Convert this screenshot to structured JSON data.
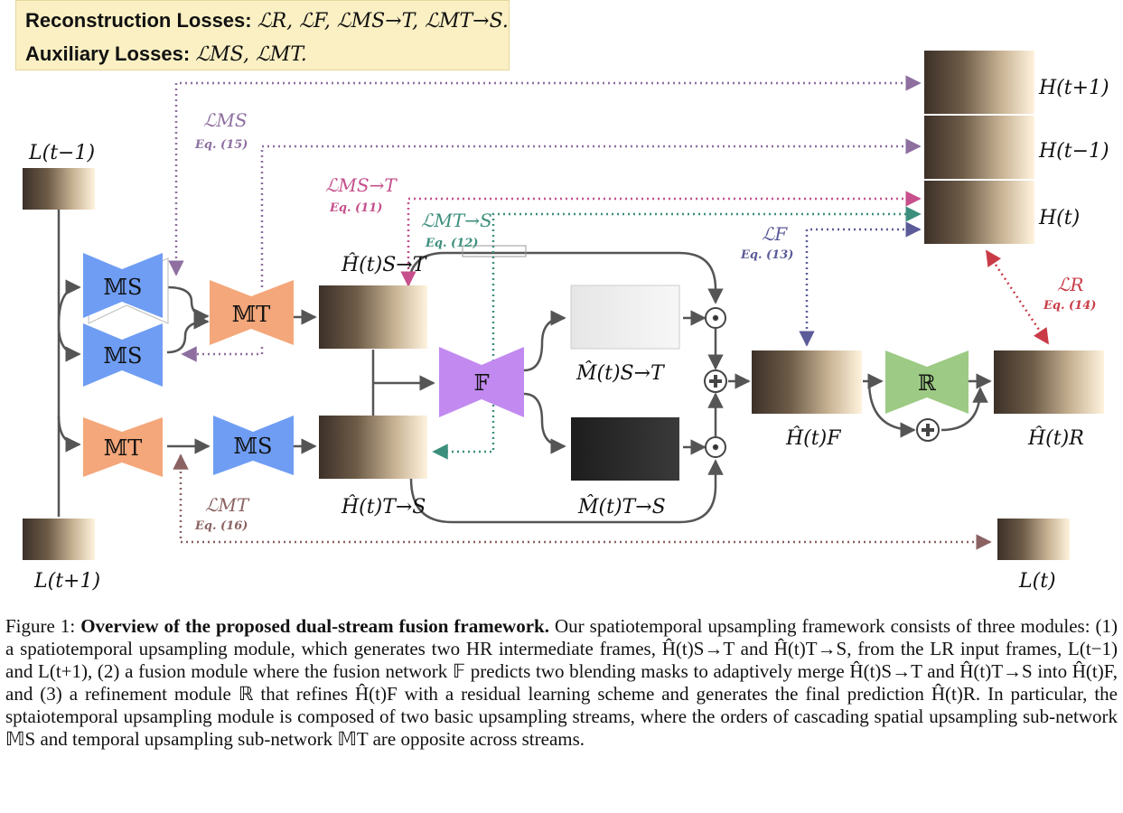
{
  "legend": {
    "reconstruction_label": "Reconstruction Losses:",
    "reconstruction_terms": "ℒR, ℒF, ℒMS→T, ℒMT→S.",
    "auxiliary_label": "Auxiliary Losses:",
    "auxiliary_terms": "ℒMS, ℒMT."
  },
  "inputs": {
    "l_prev": "L(t−1)",
    "l_next": "L(t+1)"
  },
  "targets": {
    "h_next": "H(t+1)",
    "h_prev": "H(t−1)",
    "h_t": "H(t)",
    "l_t": "L(t)"
  },
  "modules": {
    "ms_top": "𝕄S",
    "ms_bottom": "𝕄S",
    "mt_upper": "𝕄T",
    "mt_lower": "𝕄T",
    "ms_lower_stream": "𝕄S",
    "fusion": "𝔽",
    "refine": "ℝ"
  },
  "intermediate_labels": {
    "h_s2t": "Ĥ(t)S→T",
    "h_t2s": "Ĥ(t)T→S",
    "m_s2t": "M̂(t)S→T",
    "m_t2s": "M̂(t)T→S",
    "h_f": "Ĥ(t)F",
    "h_r": "Ĥ(t)R"
  },
  "losses": {
    "l_ms": "ℒMS",
    "l_ms_eq": "Eq. (15)",
    "l_ms2t": "ℒMS→T",
    "l_ms2t_eq": "Eq. (11)",
    "l_mt2s": "ℒMT→S",
    "l_mt2s_eq": "Eq. (12)",
    "l_f": "ℒF",
    "l_f_eq": "Eq. (13)",
    "l_r": "ℒR",
    "l_r_eq": "Eq. (14)",
    "l_mt": "ℒMT",
    "l_mt_eq": "Eq. (16)"
  },
  "colors": {
    "ms": "#6f9df4",
    "mt": "#f4a77a",
    "fusion": "#c28af0",
    "refine": "#9dca84",
    "loss_ms": "#8e6fa0",
    "loss_ms2t": "#c64f8c",
    "loss_mt2s": "#3d8f7d",
    "loss_f": "#5b5b99",
    "loss_r": "#c93c47",
    "loss_mt": "#8b6262"
  },
  "caption": {
    "prefix": "Figure 1:",
    "title": "Overview of the proposed dual-stream fusion framework.",
    "body": "Our spatiotemporal upsampling framework consists of three modules: (1) a spatiotemporal upsampling module, which generates two HR intermediate frames, Ĥ(t)S→T and Ĥ(t)T→S, from the LR input frames, L(t−1) and L(t+1), (2) a fusion module where the fusion network 𝔽 predicts two blending masks to adaptively merge Ĥ(t)S→T and Ĥ(t)T→S into Ĥ(t)F, and (3) a refinement module ℝ that refines Ĥ(t)F with a residual learning scheme and generates the final prediction Ĥ(t)R. In particular, the sptaiotemporal upsampling module is composed of two basic upsampling streams, where the orders of cascading spatial upsampling sub-network 𝕄S and temporal upsampling sub-network 𝕄T are opposite across streams."
  }
}
